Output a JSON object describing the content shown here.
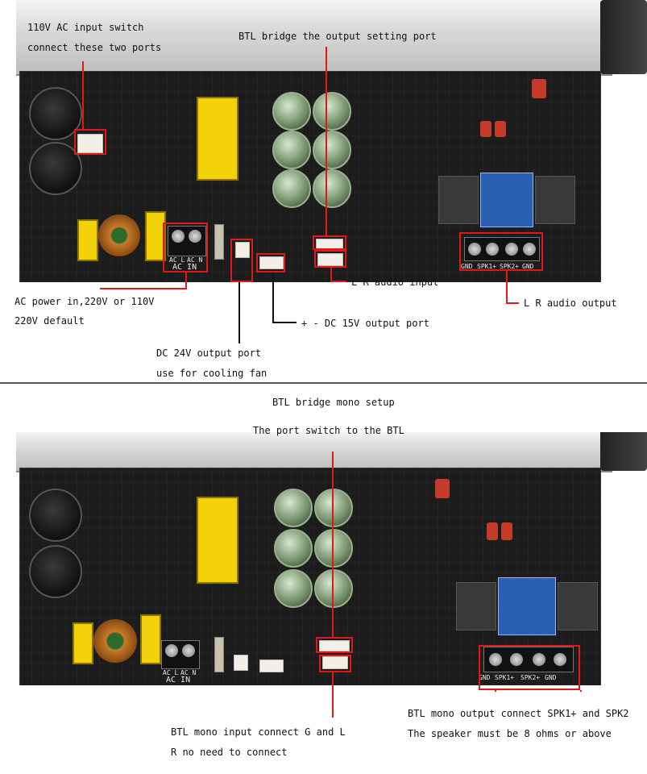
{
  "top": {
    "labels": {
      "ac_switch_line1": "110V AC input switch",
      "ac_switch_line2": "connect these two ports",
      "btl_setting": "BTL bridge the output setting port",
      "ac_power_line1": "AC power in,220V or 110V",
      "ac_power_line2": "220V default",
      "lr_audio_input": "L R audio input",
      "lr_audio_output": "L R audio output",
      "dc15_output": "+ - DC 15V output port",
      "dc24_line1": "DC 24V output port",
      "dc24_line2": "use for cooling fan"
    },
    "silkscreen": {
      "ac_in": "AC IN",
      "ac_l": "AC L",
      "ac_n": "AC N",
      "gnd": "GND",
      "spk1": "SPK1+",
      "spk2": "SPK2+",
      "gnd2": "GND"
    }
  },
  "bottom": {
    "labels": {
      "btl_mono_setup": "BTL bridge mono setup",
      "port_switch": "The port switch to the BTL",
      "mono_output_line1": "BTL mono output connect SPK1+ and SPK2",
      "mono_output_line2": "The speaker must be 8 ohms or above",
      "mono_input_line1": "BTL mono input connect G and L",
      "mono_input_line2": "R no need to connect"
    },
    "silkscreen": {
      "ac_in": "AC IN",
      "ac_l": "AC L",
      "ac_n": "AC N",
      "gnd": "GND",
      "spk1": "SPK1+",
      "spk2": "SPK2+",
      "gnd2": "GND"
    }
  },
  "colors": {
    "annotation": "#e01818",
    "pcb": "#1c1c1c",
    "transformer": "#f2d10a",
    "relay": "#2b5fb3"
  }
}
